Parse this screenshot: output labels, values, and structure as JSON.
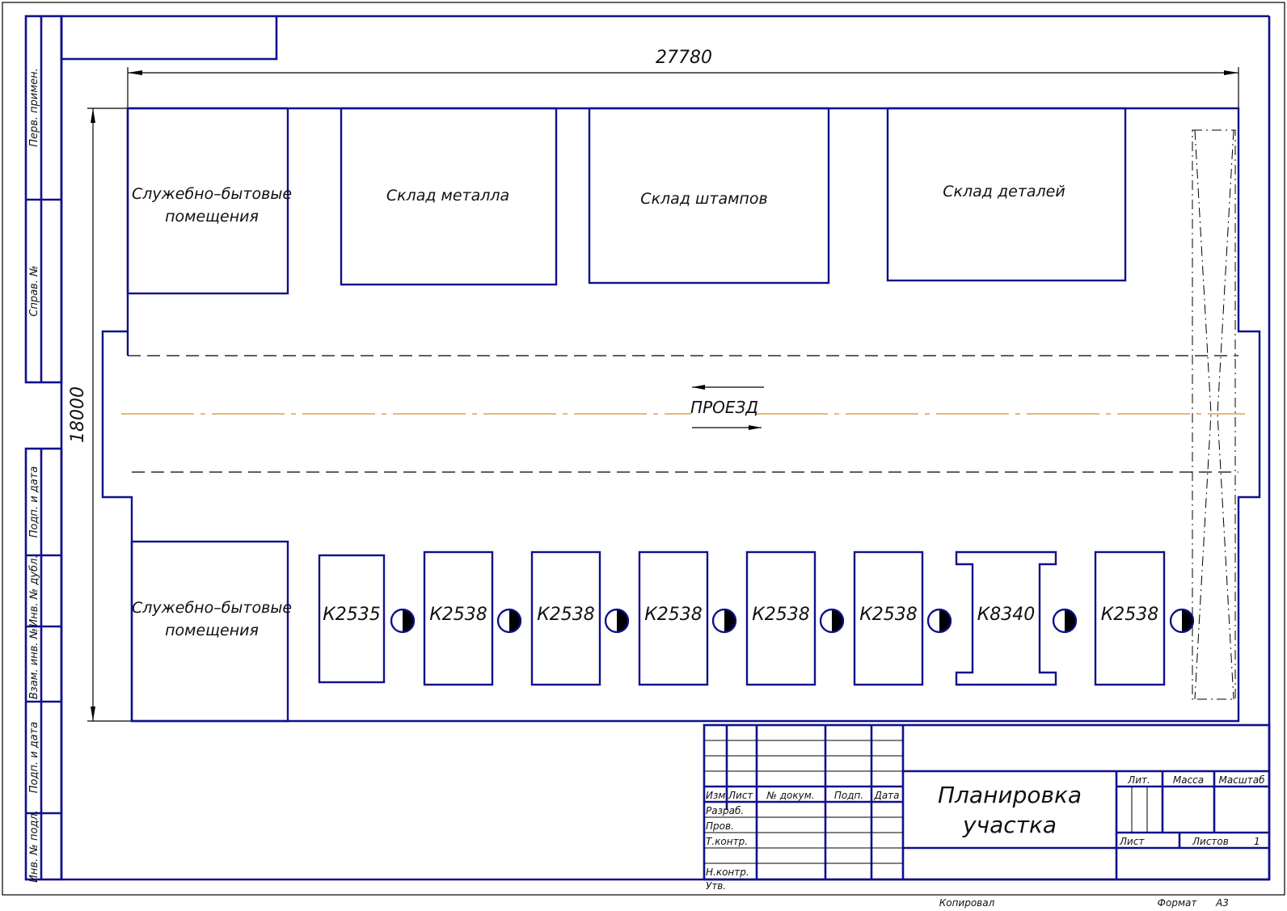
{
  "drawing": {
    "dimension_width": "27780",
    "dimension_height": "18000",
    "passage_label": "ПРОЕЗД",
    "top_rooms": [
      {
        "id": "service-top",
        "label_line1": "Служебно–бытовые",
        "label_line2": "помещения"
      },
      {
        "id": "metal-storage",
        "label_line1": "Склад металла",
        "label_line2": ""
      },
      {
        "id": "die-storage",
        "label_line1": "Склад штампов",
        "label_line2": ""
      },
      {
        "id": "parts-storage",
        "label_line1": "Склад деталей",
        "label_line2": ""
      }
    ],
    "bottom_room": {
      "label_line1": "Служебно–бытовые",
      "label_line2": "помещения"
    },
    "machines": [
      {
        "model": "К2535",
        "shape": "rect"
      },
      {
        "model": "К2538",
        "shape": "rect"
      },
      {
        "model": "К2538",
        "shape": "rect"
      },
      {
        "model": "К2538",
        "shape": "rect"
      },
      {
        "model": "К2538",
        "shape": "rect"
      },
      {
        "model": "К2538",
        "shape": "rect"
      },
      {
        "model": "К8340",
        "shape": "i-beam"
      },
      {
        "model": "К2538",
        "shape": "rect"
      }
    ],
    "worker_position_icon": "half-filled-circle"
  },
  "side_stamp": {
    "upper": [
      "Перв. примен.",
      "Справ. №"
    ],
    "lower": [
      "Подп. и дата",
      "Инв. № дубл.",
      "Взам. инв. №",
      "Подп. и дата",
      "Инв. № подл."
    ]
  },
  "title_block": {
    "columns": [
      "Изм.",
      "Лист",
      "№ докум.",
      "Подп.",
      "Дата"
    ],
    "roles": [
      "Разраб.",
      "Пров.",
      "Т.контр.",
      "",
      "Н.контр.",
      "Утв."
    ],
    "title_line1": "Планировка",
    "title_line2": "участка",
    "lit_label": "Лит.",
    "mass_label": "Масса",
    "scale_label": "Масштаб",
    "sheet_label": "Лист",
    "sheets_label": "Листов",
    "sheets_value": "1",
    "copied_label": "Копировал",
    "format_label": "Формат",
    "format_value": "А3"
  }
}
